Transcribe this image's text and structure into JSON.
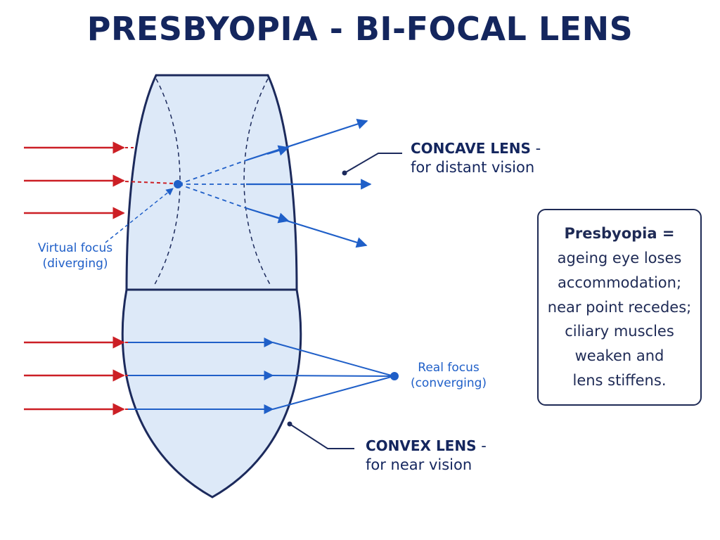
{
  "title": "PRESBYOPIA - BI-FOCAL LENS",
  "concave": {
    "name": "CONCAVE LENS",
    "dash": "-",
    "purpose": "for distant vision"
  },
  "convex": {
    "name": "CONVEX LENS",
    "dash": "-",
    "purpose": "for near vision"
  },
  "virtual_focus": {
    "line1": "Virtual focus",
    "line2": "(diverging)"
  },
  "real_focus": {
    "line1": "Real focus",
    "line2": "(converging)"
  },
  "info": {
    "heading": "Presbyopia =",
    "lines": [
      "ageing eye loses",
      "accommodation;",
      "near point recedes;",
      "ciliary muscles",
      "weaken and",
      "lens stiffens."
    ]
  },
  "colors": {
    "title": "#14265e",
    "lens_fill": "#dde9f8",
    "lens_outline": "#1c2a5c",
    "incident_ray": "#cc1f25",
    "refracted_ray": "#1f5fc8",
    "text_dark": "#14265e"
  }
}
